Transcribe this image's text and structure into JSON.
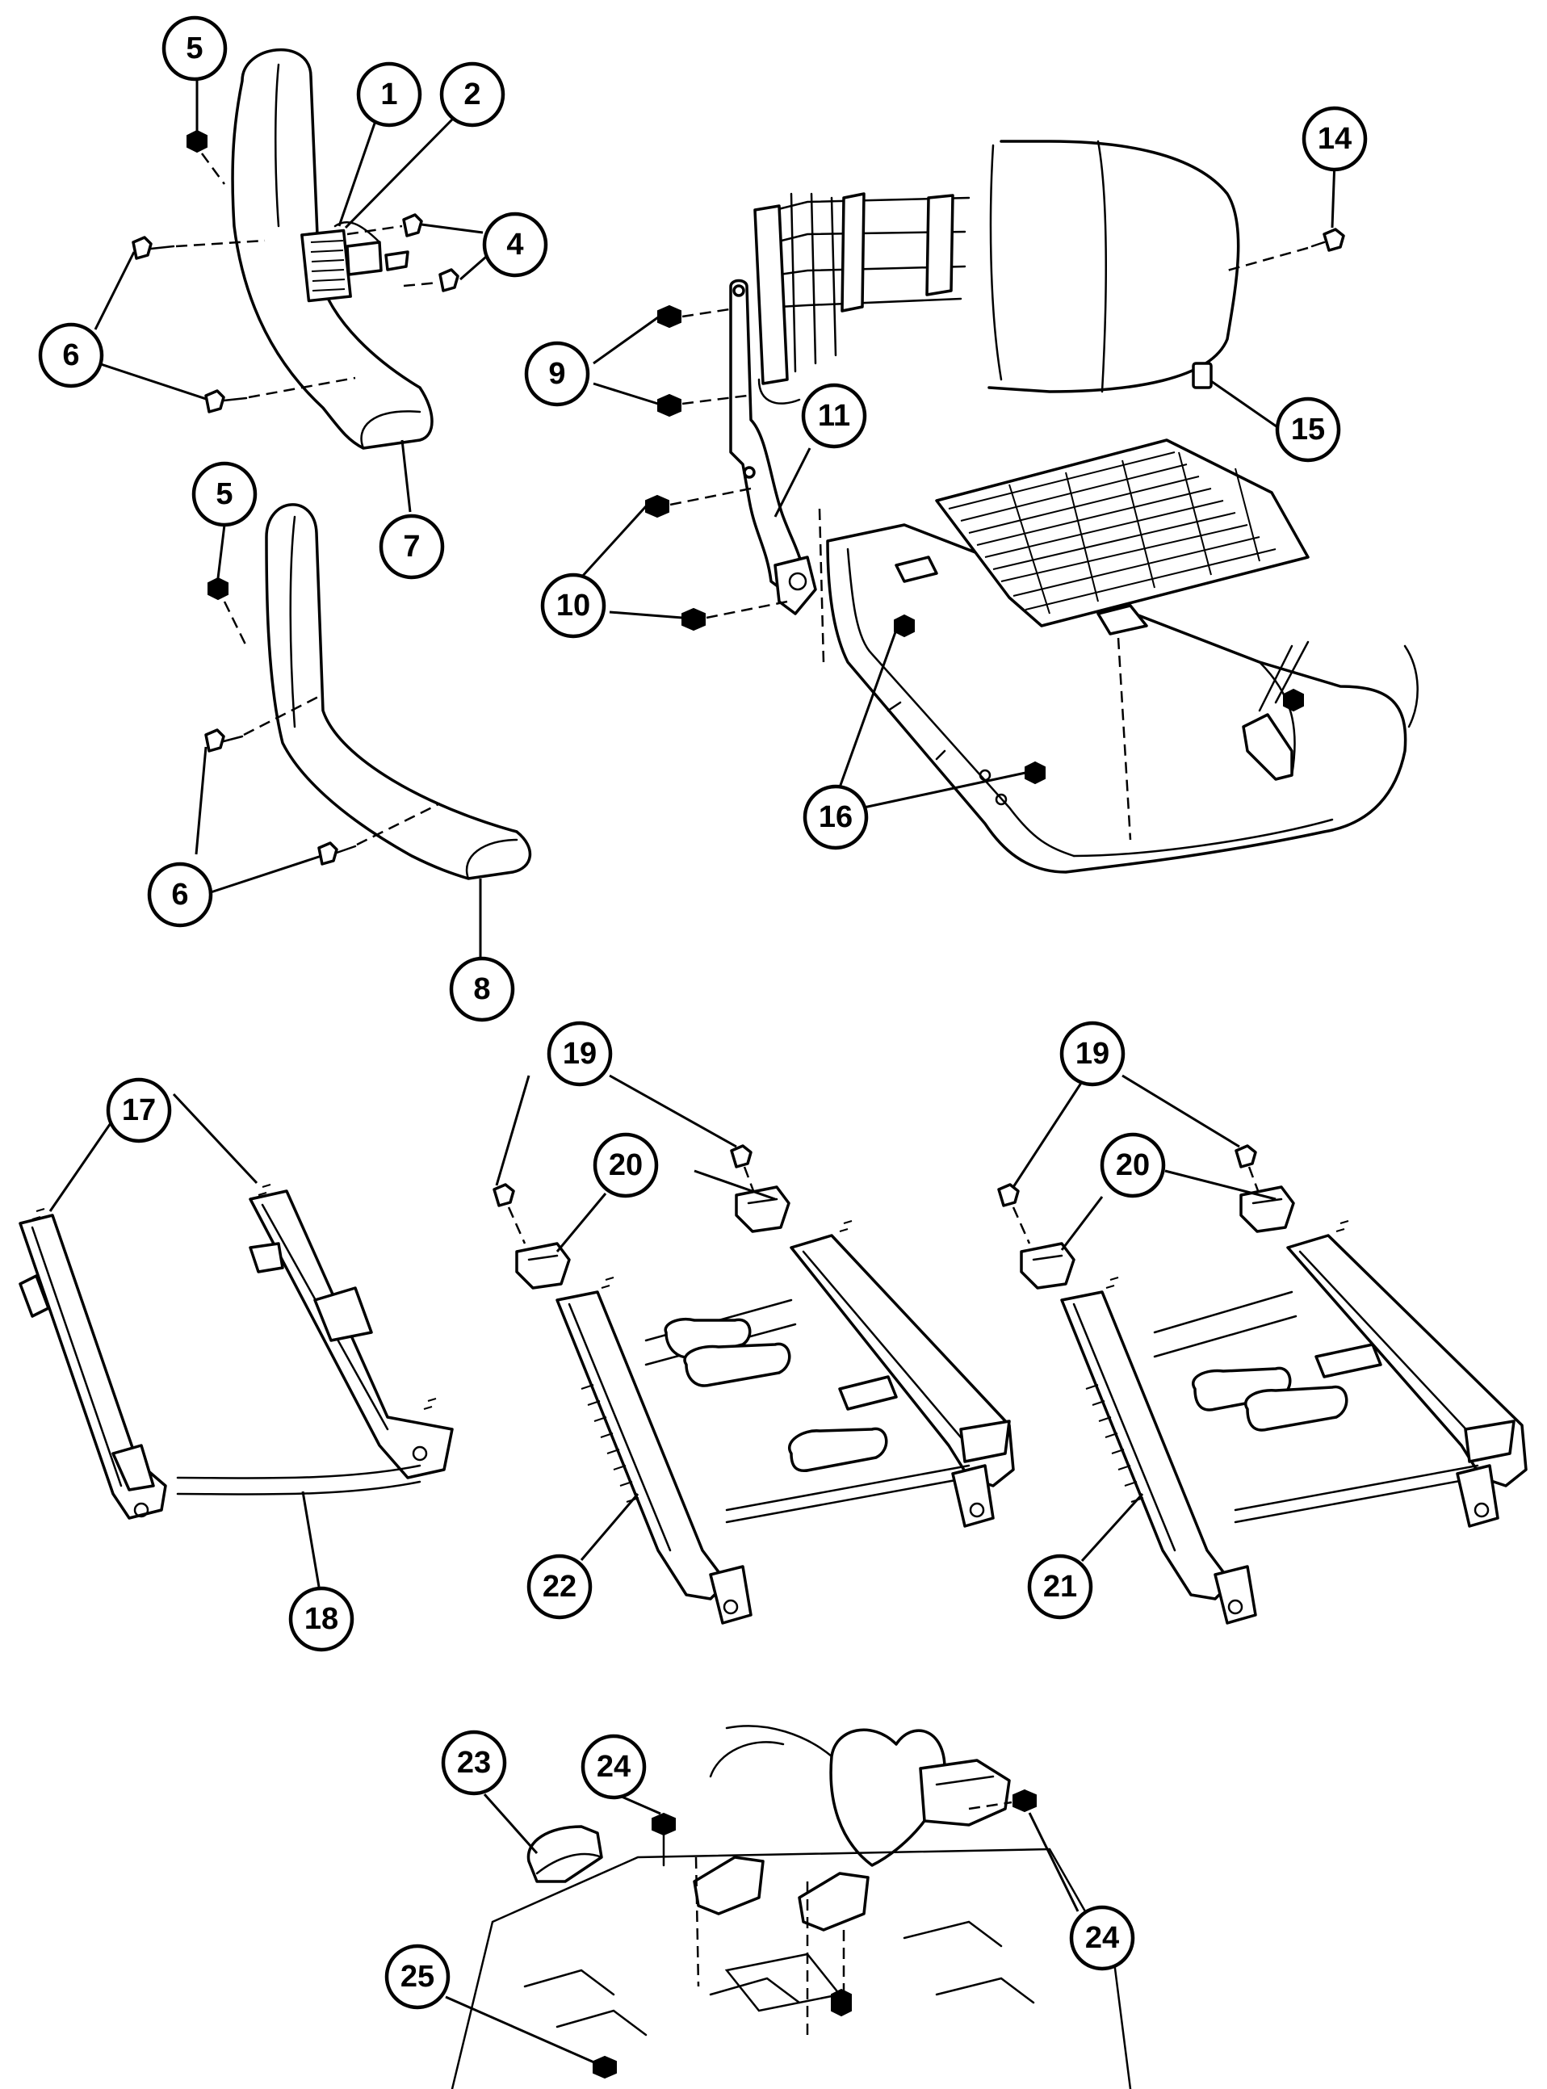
{
  "diagram": {
    "callouts": [
      {
        "id": "c5a",
        "label": "5"
      },
      {
        "id": "c1",
        "label": "1"
      },
      {
        "id": "c2",
        "label": "2"
      },
      {
        "id": "c4",
        "label": "4"
      },
      {
        "id": "c6a",
        "label": "6"
      },
      {
        "id": "c7",
        "label": "7"
      },
      {
        "id": "c5b",
        "label": "5"
      },
      {
        "id": "c6b",
        "label": "6"
      },
      {
        "id": "c8",
        "label": "8"
      },
      {
        "id": "c14",
        "label": "14"
      },
      {
        "id": "c9",
        "label": "9"
      },
      {
        "id": "c11",
        "label": "11"
      },
      {
        "id": "c15",
        "label": "15"
      },
      {
        "id": "c10",
        "label": "10"
      },
      {
        "id": "c16",
        "label": "16"
      },
      {
        "id": "c17",
        "label": "17"
      },
      {
        "id": "c18",
        "label": "18"
      },
      {
        "id": "c19a",
        "label": "19"
      },
      {
        "id": "c20a",
        "label": "20"
      },
      {
        "id": "c22",
        "label": "22"
      },
      {
        "id": "c19b",
        "label": "19"
      },
      {
        "id": "c20b",
        "label": "20"
      },
      {
        "id": "c21",
        "label": "21"
      },
      {
        "id": "c23",
        "label": "23"
      },
      {
        "id": "c24a",
        "label": "24"
      },
      {
        "id": "c24b",
        "label": "24"
      },
      {
        "id": "c25",
        "label": "25"
      }
    ]
  }
}
